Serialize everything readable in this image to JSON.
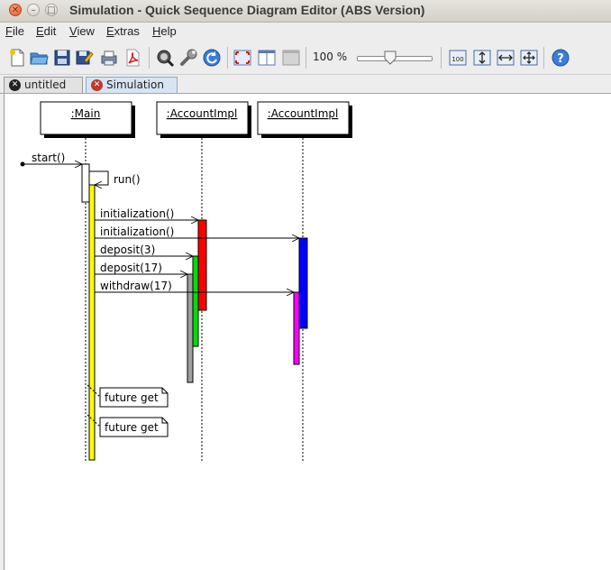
{
  "window": {
    "title": "Simulation - Quick Sequence Diagram Editor (ABS Version)"
  },
  "menubar": {
    "items": [
      {
        "label": "File",
        "mnemonic": "F",
        "rest": "ile"
      },
      {
        "label": "Edit",
        "mnemonic": "E",
        "rest": "dit"
      },
      {
        "label": "View",
        "mnemonic": "V",
        "rest": "iew"
      },
      {
        "label": "Extras",
        "mnemonic": "E",
        "rest": "xtras"
      },
      {
        "label": "Help",
        "mnemonic": "H",
        "rest": "elp"
      }
    ]
  },
  "toolbar": {
    "zoom_label": "100 %",
    "zoom_value": 0.45,
    "icons": [
      "new-file-icon",
      "open-folder-icon",
      "save-icon",
      "save-as-icon",
      "print-icon",
      "pdf-export-icon",
      "find-icon",
      "settings-wrench-icon",
      "refresh-icon",
      "fullscreen-icon",
      "split-view-icon",
      "hide-panel-icon",
      "zoom-100-icon",
      "fit-height-icon",
      "fit-width-icon",
      "fit-window-icon",
      "help-icon"
    ]
  },
  "tabs": [
    {
      "label": "untitled",
      "active": false
    },
    {
      "label": "Simulation",
      "active": true
    }
  ],
  "diagram": {
    "objects": [
      ":Main",
      ":AccountImpl",
      ":AccountImpl"
    ],
    "messages": [
      "start()",
      "run()",
      "initialization()",
      "initialization()",
      "deposit(3)",
      "deposit(17)",
      "withdraw(17)"
    ],
    "notes": [
      "future get",
      "future get"
    ],
    "activation_colors": {
      "main_run": "#ffff00",
      "account1_init": "#ff0000",
      "account1_dep3": "#00dd00",
      "account1_dep17": "#a0a0a0",
      "account2_init": "#0000ff",
      "account2_withdraw": "#ff00ff"
    }
  }
}
